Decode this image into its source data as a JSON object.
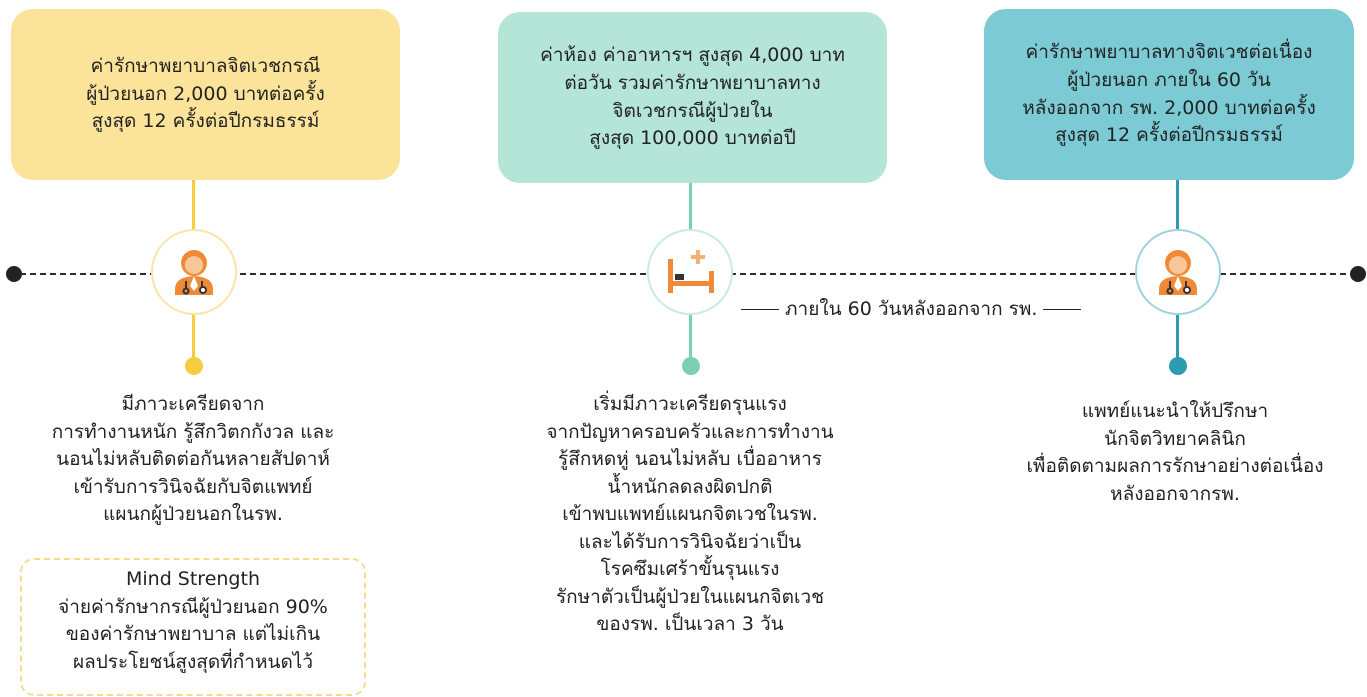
{
  "colors": {
    "yellow": "#fbe49a",
    "yellow_accent": "#f6cd3c",
    "mint": "#b4e5d6",
    "mint_accent": "#7ad0b5",
    "teal": "#7ccbd4",
    "teal_accent": "#2c9db0",
    "orange_icon": "#f08a38",
    "line": "#2b2b2b"
  },
  "cards": [
    {
      "lines": [
        "ค่ารักษาพยาบาลจิตเวชกรณี",
        "ผู้ป่วยนอก 2,000 บาทต่อครั้ง",
        "สูงสุด 12 ครั้งต่อปีกรมธรรม์"
      ]
    },
    {
      "lines": [
        "ค่าห้อง ค่าอาหารฯ สูงสุด 4,000 บาท",
        "ต่อวัน รวมค่ารักษาพยาบาลทาง",
        "จิตเวชกรณีผู้ป่วยใน",
        "สูงสุด 100,000 บาทต่อปี"
      ]
    },
    {
      "lines": [
        "ค่ารักษาพยาบาลทางจิตเวชต่อเนื่อง",
        "ผู้ป่วยนอก ภายใน 60 วัน",
        "หลังออกจาก รพ. 2,000 บาทต่อครั้ง",
        "สูงสุด 12 ครั้งต่อปีกรมธรรม์"
      ]
    }
  ],
  "icons": [
    "doctor-icon",
    "hospital-bed-icon",
    "doctor-icon"
  ],
  "period_label": "ภายใน 60 วันหลังออกจาก รพ.",
  "descriptions": [
    {
      "lines": [
        "มีภาวะเครียดจาก",
        "การทำงานหนัก รู้สึกวิตกกังวล และ",
        "นอนไม่หลับติดต่อกันหลายสัปดาห์",
        "เข้ารับการวินิจฉัยกับจิตแพทย์",
        "แผนกผู้ป่วยนอกในรพ."
      ]
    },
    {
      "lines": [
        "เริ่มมีภาวะเครียดรุนแรง",
        "จากปัญหาครอบครัวและการทำงาน",
        "รู้สึกหดหู่ นอนไม่หลับ เบื่ออาหาร",
        "น้ำหนักลดลงผิดปกติ",
        "เข้าพบแพทย์แผนกจิตเวชในรพ.",
        "และได้รับการวินิจฉัยว่าเป็น",
        "โรคซึมเศร้าขั้นรุนแรง",
        "รักษาตัวเป็นผู้ป่วยในแผนกจิตเวช",
        "ของรพ. เป็นเวลา 3 วัน"
      ]
    },
    {
      "lines": [
        "แพทย์แนะนำให้ปรึกษา",
        "นักจิตวิทยาคลินิก",
        "เพื่อติดตามผลการรักษาอย่างต่อเนื่อง",
        "หลังออกจากรพ."
      ]
    }
  ],
  "benefit_box": {
    "lines": [
      "Mind Strength",
      "จ่ายค่ารักษากรณีผู้ป่วยนอก 90%",
      "ของค่ารักษาพยาบาล แต่ไม่เกิน",
      "ผลประโยชน์สูงสุดที่กำหนดไว้"
    ]
  }
}
